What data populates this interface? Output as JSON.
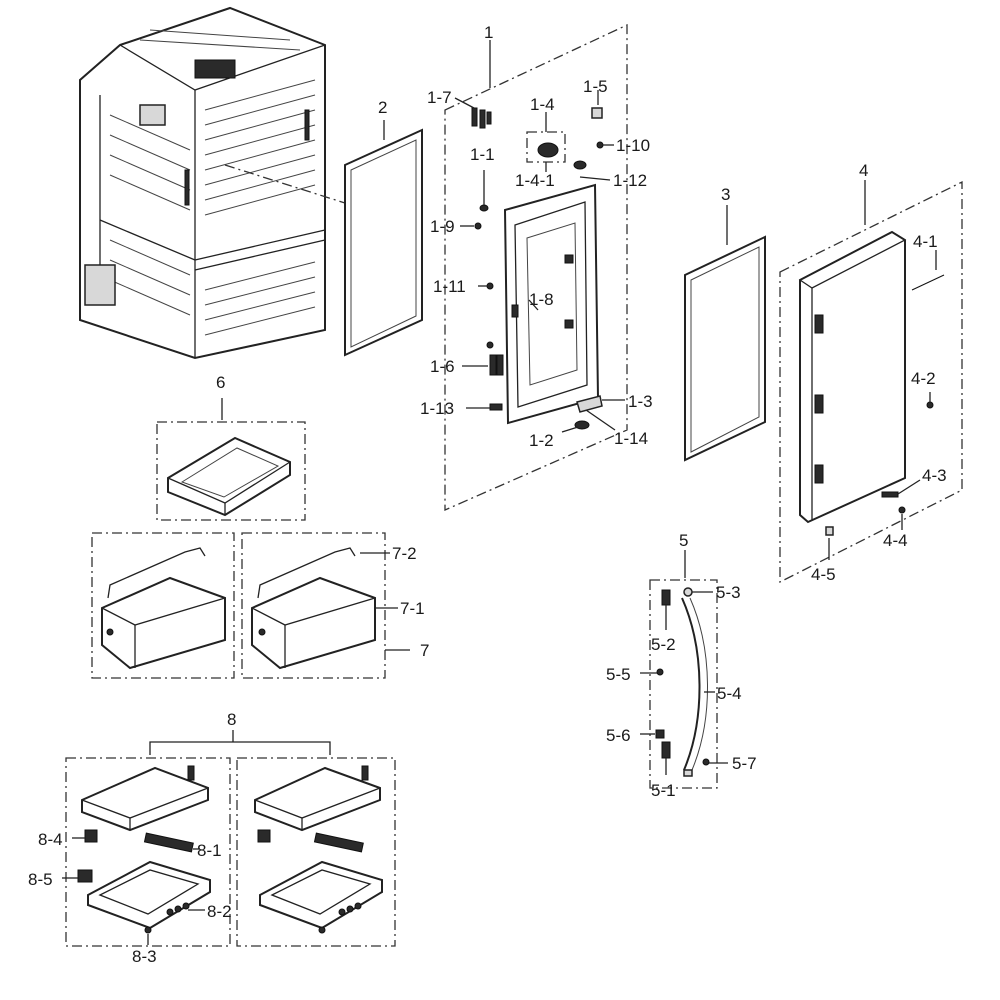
{
  "labels": {
    "p1": "1",
    "p1_1": "1-1",
    "p1_2": "1-2",
    "p1_3": "1-3",
    "p1_4": "1-4",
    "p1_4_1": "1-4-1",
    "p1_5": "1-5",
    "p1_6": "1-6",
    "p1_7": "1-7",
    "p1_8": "1-8",
    "p1_9": "1-9",
    "p1_10": "1-10",
    "p1_11": "1-11",
    "p1_12": "1-12",
    "p1_13": "1-13",
    "p1_14": "1-14",
    "p2": "2",
    "p3": "3",
    "p4": "4",
    "p4_1": "4-1",
    "p4_2": "4-2",
    "p4_3": "4-3",
    "p4_4": "4-4",
    "p4_5": "4-5",
    "p5": "5",
    "p5_1": "5-1",
    "p5_2": "5-2",
    "p5_3": "5-3",
    "p5_4": "5-4",
    "p5_5": "5-5",
    "p5_6": "5-6",
    "p5_7": "5-7",
    "p6": "6",
    "p7": "7",
    "p7_1": "7-1",
    "p7_2": "7-2",
    "p8": "8",
    "p8_1": "8-1",
    "p8_2": "8-2",
    "p8_3": "8-3",
    "p8_4": "8-4",
    "p8_5": "8-5"
  },
  "colors": {
    "line": "#222222",
    "background": "#ffffff",
    "text": "#1a1a1a"
  }
}
